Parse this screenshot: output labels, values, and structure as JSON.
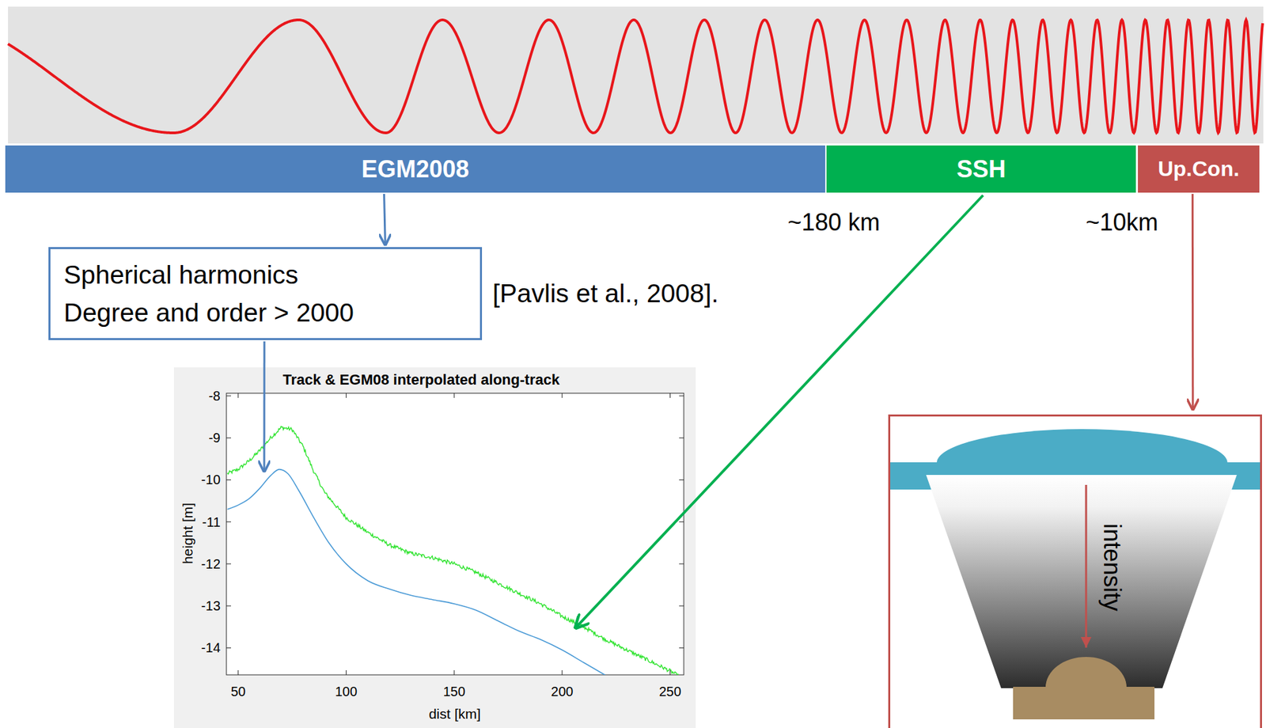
{
  "diagram": {
    "nodes": [
      {
        "text": [
          "EGM2008"
        ]
      },
      {
        "text": [
          "SSH"
        ]
      },
      {
        "text": [
          "Up.Con."
        ]
      },
      {
        "text": [
          "Spherical harmonics",
          "Degree and order > 2000"
        ]
      },
      {
        "text": [
          "Track & EGM08 interpolated along-track"
        ]
      },
      {
        "text": [
          "intensity"
        ]
      }
    ],
    "edges": [
      {
        "from": 0,
        "to": 3,
        "arrow": "to"
      },
      {
        "from": 3,
        "to": 4,
        "arrow": "to"
      },
      {
        "from": 1,
        "to": 4,
        "arrow": "to"
      },
      {
        "from": 2,
        "to": 5,
        "arrow": "to"
      }
    ],
    "labels": [
      "~180 km",
      "~10km",
      "[Pavlis et al., 2008].",
      "-8",
      "-9",
      "-10",
      "-11",
      "-12",
      "-13",
      "-14",
      "50",
      "100",
      "150",
      "200",
      "250",
      "height [m]",
      "dist [km]"
    ]
  }
}
